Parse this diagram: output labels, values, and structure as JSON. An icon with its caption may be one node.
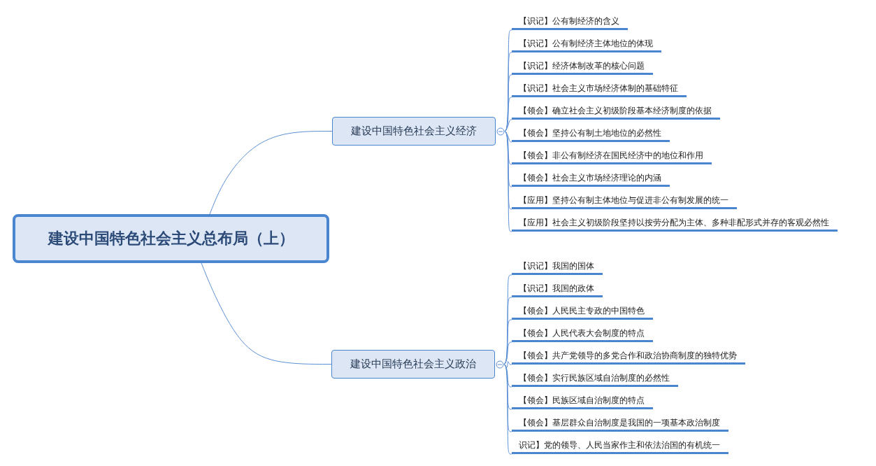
{
  "diagram": {
    "nodes": [
      {
        "text": [
          "建设中国特色社会主义总布局（上）"
        ]
      },
      {
        "text": [
          "建设中国特色社会主义经济"
        ]
      },
      {
        "text": [
          "建设中国特色社会主义政治"
        ]
      },
      {
        "text": [
          "【识记】公有制经济的含义"
        ]
      },
      {
        "text": [
          "【识记】公有制经济主体地位的体现"
        ]
      },
      {
        "text": [
          "【识记】经济体制改革的核心问题"
        ]
      },
      {
        "text": [
          "【识记】社会主义市场经济体制的基础特征"
        ]
      },
      {
        "text": [
          "【领会】确立社会主义初级阶段基本经济制度的依据"
        ]
      },
      {
        "text": [
          "【领会】坚持公有制土地地位的必然性"
        ]
      },
      {
        "text": [
          "【领会】非公有制经济在国民经济中的地位和作用"
        ]
      },
      {
        "text": [
          "【领会】社会主义市场经济理论的内涵"
        ]
      },
      {
        "text": [
          "【应用】坚持公有制主体地位与促进非公有制发展的统一"
        ]
      },
      {
        "text": [
          "【应用】社会主义初级阶段坚持以按劳分配为主体、多种非配形式并存的客观必然性"
        ]
      },
      {
        "text": [
          "【识记】我国的国体"
        ]
      },
      {
        "text": [
          "【识记】我国的政体"
        ]
      },
      {
        "text": [
          "【领会】人民民主专政的中国特色"
        ]
      },
      {
        "text": [
          "【领会】人民代表大会制度的特点"
        ]
      },
      {
        "text": [
          "【领会】共产党领导的多党合作和政治协商制度的独特优势"
        ]
      },
      {
        "text": [
          "【领会】实行民族区域自治制度的必然性"
        ]
      },
      {
        "text": [
          "【领会】民族区域自治制度的特点"
        ]
      },
      {
        "text": [
          "【领会】基层群众自治制度是我国的一项基本政治制度"
        ]
      },
      {
        "text": [
          "识记】党的领导、人民当家作主和依法治国的有机统一"
        ]
      }
    ],
    "edges": [
      {
        "from": 0,
        "to": 1,
        "arrow": "none"
      },
      {
        "from": 0,
        "to": 2,
        "arrow": "none"
      },
      {
        "from": 1,
        "to": 3,
        "arrow": "none"
      },
      {
        "from": 1,
        "to": 4,
        "arrow": "none"
      },
      {
        "from": 1,
        "to": 5,
        "arrow": "none"
      },
      {
        "from": 1,
        "to": 6,
        "arrow": "none"
      },
      {
        "from": 1,
        "to": 7,
        "arrow": "none"
      },
      {
        "from": 1,
        "to": 8,
        "arrow": "none"
      },
      {
        "from": 1,
        "to": 9,
        "arrow": "none"
      },
      {
        "from": 1,
        "to": 10,
        "arrow": "none"
      },
      {
        "from": 1,
        "to": 11,
        "arrow": "none"
      },
      {
        "from": 1,
        "to": 12,
        "arrow": "none"
      },
      {
        "from": 2,
        "to": 13,
        "arrow": "none"
      },
      {
        "from": 2,
        "to": 14,
        "arrow": "none"
      },
      {
        "from": 2,
        "to": 15,
        "arrow": "none"
      },
      {
        "from": 2,
        "to": 16,
        "arrow": "none"
      },
      {
        "from": 2,
        "to": 17,
        "arrow": "none"
      },
      {
        "from": 2,
        "to": 18,
        "arrow": "none"
      },
      {
        "from": 2,
        "to": 19,
        "arrow": "none"
      },
      {
        "from": 2,
        "to": 20,
        "arrow": "none"
      },
      {
        "from": 2,
        "to": 21,
        "arrow": "none"
      }
    ]
  }
}
